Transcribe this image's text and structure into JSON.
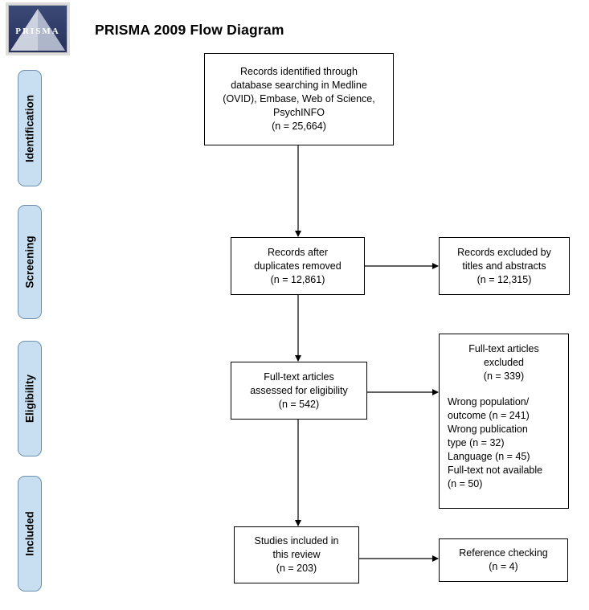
{
  "title": "PRISMA 2009 Flow Diagram",
  "logo": {
    "text": "PRISMA"
  },
  "stages": [
    "Identification",
    "Screening",
    "Eligibility",
    "Included"
  ],
  "boxes": {
    "identified": [
      "Records identified through",
      "database searching in Medline",
      "(OVID), Embase, Web of Science,",
      "PsychINFO",
      "(n = 25,664)"
    ],
    "duplicates": [
      "Records after",
      "duplicates removed",
      "(n = 12,861)"
    ],
    "excluded_titles": [
      "Records excluded by",
      "titles and abstracts",
      "(n = 12,315)"
    ],
    "fulltext_assessed": [
      "Full-text articles",
      "assessed for eligibility",
      "(n = 542)"
    ],
    "fulltext_excluded_header": [
      "Full-text articles",
      "excluded",
      "(n = 339)"
    ],
    "fulltext_excluded_reasons": [
      "Wrong population/",
      "outcome (n = 241)",
      "Wrong publication",
      "type (n = 32)",
      "Language (n = 45)",
      "Full-text not available",
      "(n = 50)"
    ],
    "included": [
      "Studies included in",
      "this review",
      "(n = 203)"
    ],
    "reference": [
      "Reference checking",
      "(n = 4)"
    ]
  }
}
